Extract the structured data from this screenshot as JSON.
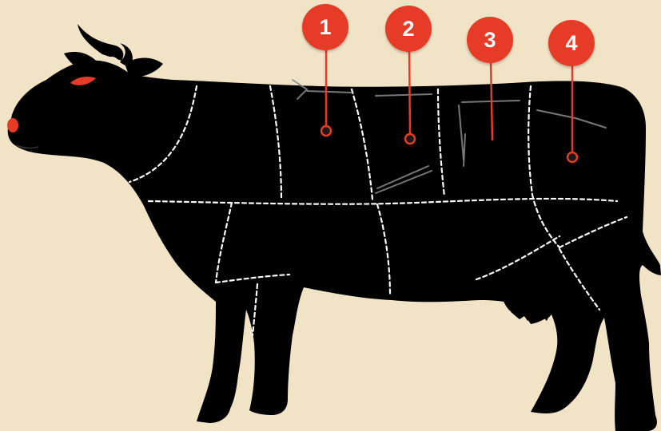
{
  "diagram": {
    "colors": {
      "background": "#f1e3c6",
      "silhouette": "#000000",
      "accent": "#e63b26",
      "cut_lines": "#ffffff"
    },
    "cuts": [
      {
        "number": "1"
      },
      {
        "number": "2"
      },
      {
        "number": "3"
      },
      {
        "number": "4"
      }
    ]
  }
}
